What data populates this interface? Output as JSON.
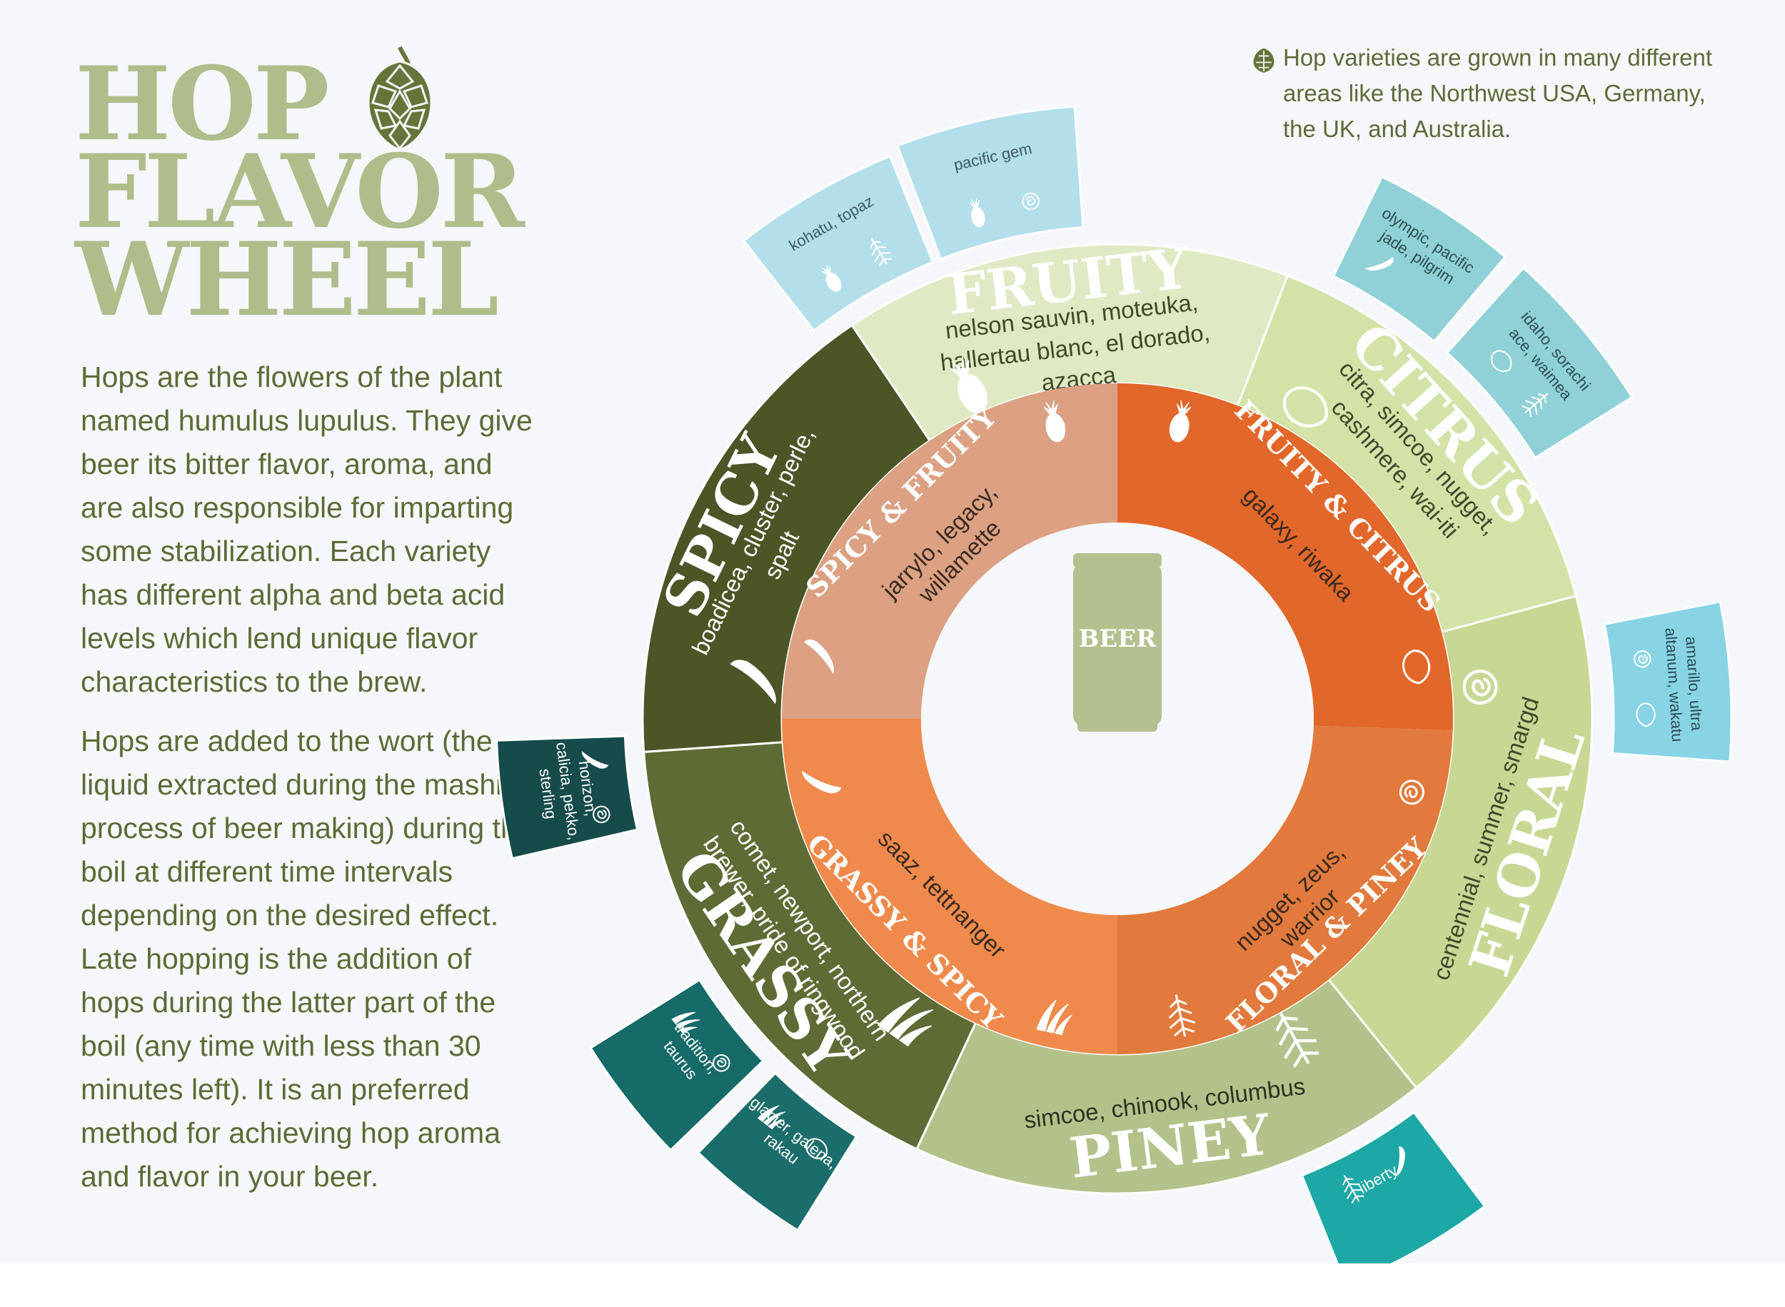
{
  "title": {
    "line1": "HOP",
    "line2": "FLAVOR",
    "line3": "WHEEL"
  },
  "intro": {
    "p1": "Hops are the flowers of the plant named humulus lupulus. They give beer its bitter flavor, aroma, and are also responsible for imparting some stabilization. Each variety has different alpha and beta acid levels which lend unique flavor characteristics to the brew.",
    "p2": "Hops are added to the wort (the liquid extracted during the mashing process of beer making) during the boil at different time intervals depending on the desired effect. Late hopping is the addition of hops during the latter part of the boil (any time with less than 30 minutes left). It is an preferred method for achieving hop aroma and flavor in your beer."
  },
  "note": "Hop varieties are grown in many different areas like the Northwest USA, Germany, the UK, and Australia.",
  "center": {
    "label": "BEER",
    "icon": "beer-can-icon"
  },
  "inner_ring": [
    {
      "name": "FRUITY & CITRUS",
      "hops": "galaxy, riwaka",
      "color": "#e2672a",
      "icons": [
        "pineapple-icon",
        "lemon-icon"
      ]
    },
    {
      "name": "FLORAL & PINEY",
      "hops": "nugget, zeus, warrior",
      "color": "#e17a3c",
      "icons": [
        "rose-icon",
        "pine-icon"
      ]
    },
    {
      "name": "GRASSY & SPICY",
      "hops": "saaz, tettnanger",
      "color": "#ef8a4c",
      "icons": [
        "grass-icon",
        "pepper-icon"
      ]
    },
    {
      "name": "SPICY & FRUITY",
      "hops": "jarrylo, legacy, willamette",
      "color": "#dba182",
      "icons": [
        "pepper-icon",
        "pineapple-icon"
      ]
    }
  ],
  "outer_ring": [
    {
      "name": "FRUITY",
      "hops": "nelson sauvin, moteuka, hallertau blanc, el dorado, azacca",
      "color": "#dfe9c4",
      "text_color": "#ffffff",
      "hops_color": "#3f4a2a",
      "icon": "pineapple-icon"
    },
    {
      "name": "CITRUS",
      "hops": "citra, simcoe, nugget, cashmere, wai-iti",
      "color": "#d3e2a7",
      "text_color": "#ffffff",
      "hops_color": "#3f4a2a",
      "icon": "lemon-icon"
    },
    {
      "name": "FLORAL",
      "hops": "centennial, summer, smargd",
      "color": "#c9d795",
      "text_color": "#ffffff",
      "hops_color": "#3f4a2a",
      "icon": "rose-icon"
    },
    {
      "name": "PINEY",
      "hops": "simcoe, chinook, columbus",
      "color": "#b3c28a",
      "text_color": "#ffffff",
      "hops_color": "#2d3320",
      "icon": "pine-icon"
    },
    {
      "name": "GRASSY",
      "hops": "comet, newport, northern brewer, pride of ringwood",
      "color": "#5e6b34",
      "text_color": "#ffffff",
      "hops_color": "#ffffff",
      "icon": "grass-icon"
    },
    {
      "name": "SPICY",
      "hops": "boadicea, cluster, perle, spalt",
      "color": "#4b5526",
      "text_color": "#ffffff",
      "hops_color": "#ffffff",
      "icon": "pepper-icon"
    }
  ],
  "tabs": [
    {
      "id": "kohatu",
      "text": "kohatu, topaz",
      "color": "#b3dfeb",
      "text_color": "#3c5a68",
      "icons": [
        "pineapple-icon",
        "pine-icon"
      ]
    },
    {
      "id": "pacific-gem",
      "text": "pacific gem",
      "color": "#b3dfeb",
      "text_color": "#3c5a68",
      "icons": [
        "pineapple-icon",
        "rose-icon"
      ]
    },
    {
      "id": "olympic",
      "text": "olympic, pacific jade, pilgrim",
      "color": "#8fd1d6",
      "text_color": "#2d4e53",
      "icons": [
        "pepper-icon"
      ]
    },
    {
      "id": "idaho",
      "text": "idaho, sorachi ace, waimea",
      "color": "#8fd1d6",
      "text_color": "#2d4e53",
      "icons": [
        "lemon-icon",
        "pine-icon"
      ]
    },
    {
      "id": "amarillo",
      "text": "amarillo, ultra altanum, wakatu",
      "color": "#88d4e5",
      "text_color": "#2b4b55",
      "icons": [
        "rose-icon",
        "lemon-icon"
      ]
    },
    {
      "id": "liberty",
      "text": "liberty",
      "color": "#1da8a6",
      "text_color": "#ffffff",
      "icons": [
        "pepper-icon",
        "pine-icon"
      ]
    },
    {
      "id": "glacier",
      "text": "glacier, galena, rakau",
      "color": "#1b6d6b",
      "text_color": "#ffffff",
      "icons": [
        "lemon-icon",
        "grass-icon"
      ]
    },
    {
      "id": "tradition",
      "text": "tradition, taurus",
      "color": "#166a68",
      "text_color": "#ffffff",
      "icons": [
        "rose-icon",
        "grass-icon"
      ]
    },
    {
      "id": "horizon",
      "text": "horizon, calicia, pekko, sterling",
      "color": "#164b4b",
      "text_color": "#ffffff",
      "icons": [
        "rose-icon",
        "pepper-icon"
      ]
    }
  ],
  "colors": {
    "title": "#afbd8b",
    "body_text": "#5c6b36",
    "background": "#f6f7fa",
    "can": "#b4c08e",
    "hop": "#66743a"
  }
}
